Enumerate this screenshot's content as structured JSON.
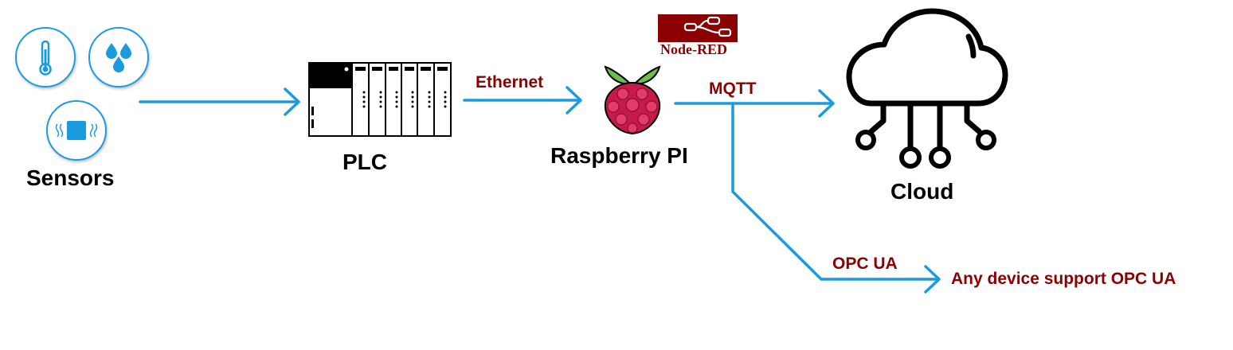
{
  "colors": {
    "arrow": "#1a9be0",
    "connection_label": "#8b0000",
    "node_label": "#000000",
    "sensor_icon": "#1a9be0",
    "node_red_bg": "#8b0000",
    "raspberry_red": "#c51a4a",
    "raspberry_leaf": "#6cc04a"
  },
  "nodes": {
    "sensors": {
      "label": "Sensors",
      "icons": [
        "thermometer-icon",
        "water-drops-icon",
        "vibration-sensor-icon"
      ]
    },
    "plc": {
      "label": "PLC",
      "icon": "plc-rack-icon"
    },
    "raspberry_pi": {
      "label": "Raspberry PI",
      "icon": "raspberry-pi-logo-icon"
    },
    "node_red": {
      "label": "Node-RED",
      "icon": "node-red-logo-icon"
    },
    "cloud": {
      "label": "Cloud",
      "icon": "cloud-network-icon"
    },
    "opc_target": {
      "label": "Any device support OPC UA"
    }
  },
  "connections": {
    "sensors_to_plc": {
      "label": ""
    },
    "plc_to_pi": {
      "label": "Ethernet"
    },
    "pi_to_cloud": {
      "label": "MQTT"
    },
    "pi_to_opc": {
      "label": "OPC UA"
    }
  }
}
